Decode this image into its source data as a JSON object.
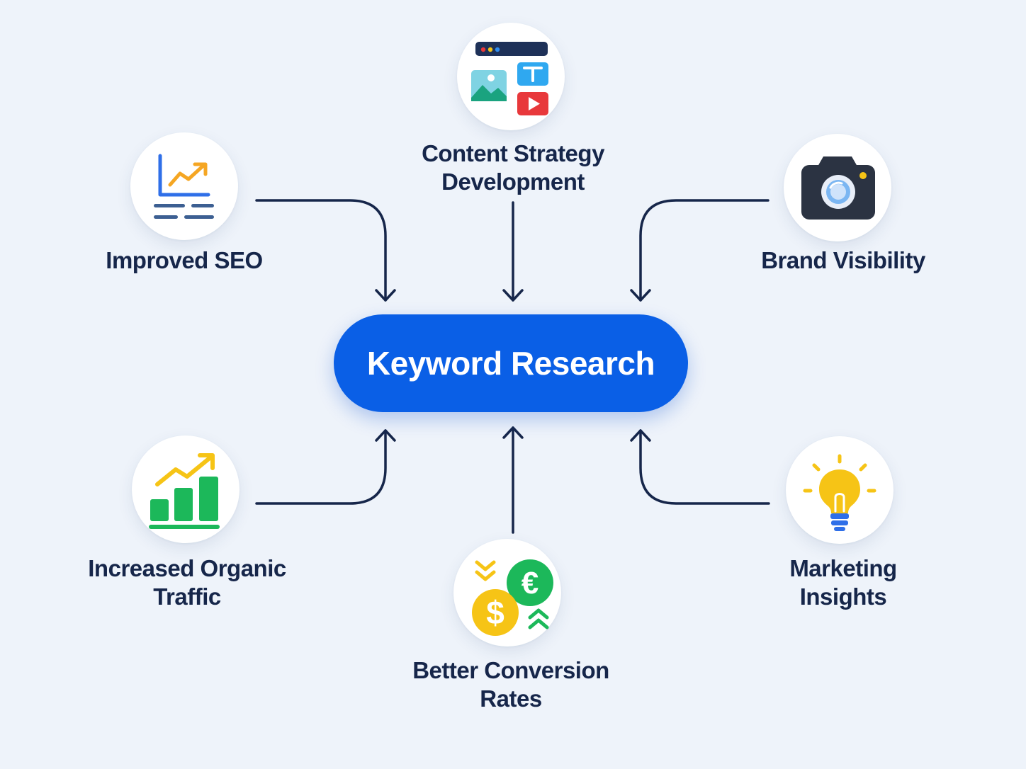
{
  "center": {
    "label": "Keyword Research",
    "color": "#0a5fe6"
  },
  "nodes": [
    {
      "id": "content",
      "lines": [
        "Content Strategy",
        "Development"
      ],
      "icon": "content-media-icon"
    },
    {
      "id": "seo",
      "lines": [
        "Improved SEO"
      ],
      "icon": "seo-chart-icon"
    },
    {
      "id": "brand",
      "lines": [
        "Brand Visibility"
      ],
      "icon": "camera-icon"
    },
    {
      "id": "traffic",
      "lines": [
        "Increased Organic",
        "Traffic"
      ],
      "icon": "growth-bar-chart-icon"
    },
    {
      "id": "conversion",
      "lines": [
        "Better Conversion",
        "Rates"
      ],
      "icon": "currency-conversion-icon"
    },
    {
      "id": "insights",
      "lines": [
        "Marketing",
        "Insights"
      ],
      "icon": "lightbulb-icon"
    }
  ],
  "colors": {
    "background": "#eef3fa",
    "text": "#16264a",
    "connector": "#16264a",
    "accent_green": "#1cb85a",
    "accent_yellow": "#f6c416",
    "accent_orange": "#f5a623",
    "accent_red": "#e8383b",
    "accent_blue": "#2f8df0"
  }
}
